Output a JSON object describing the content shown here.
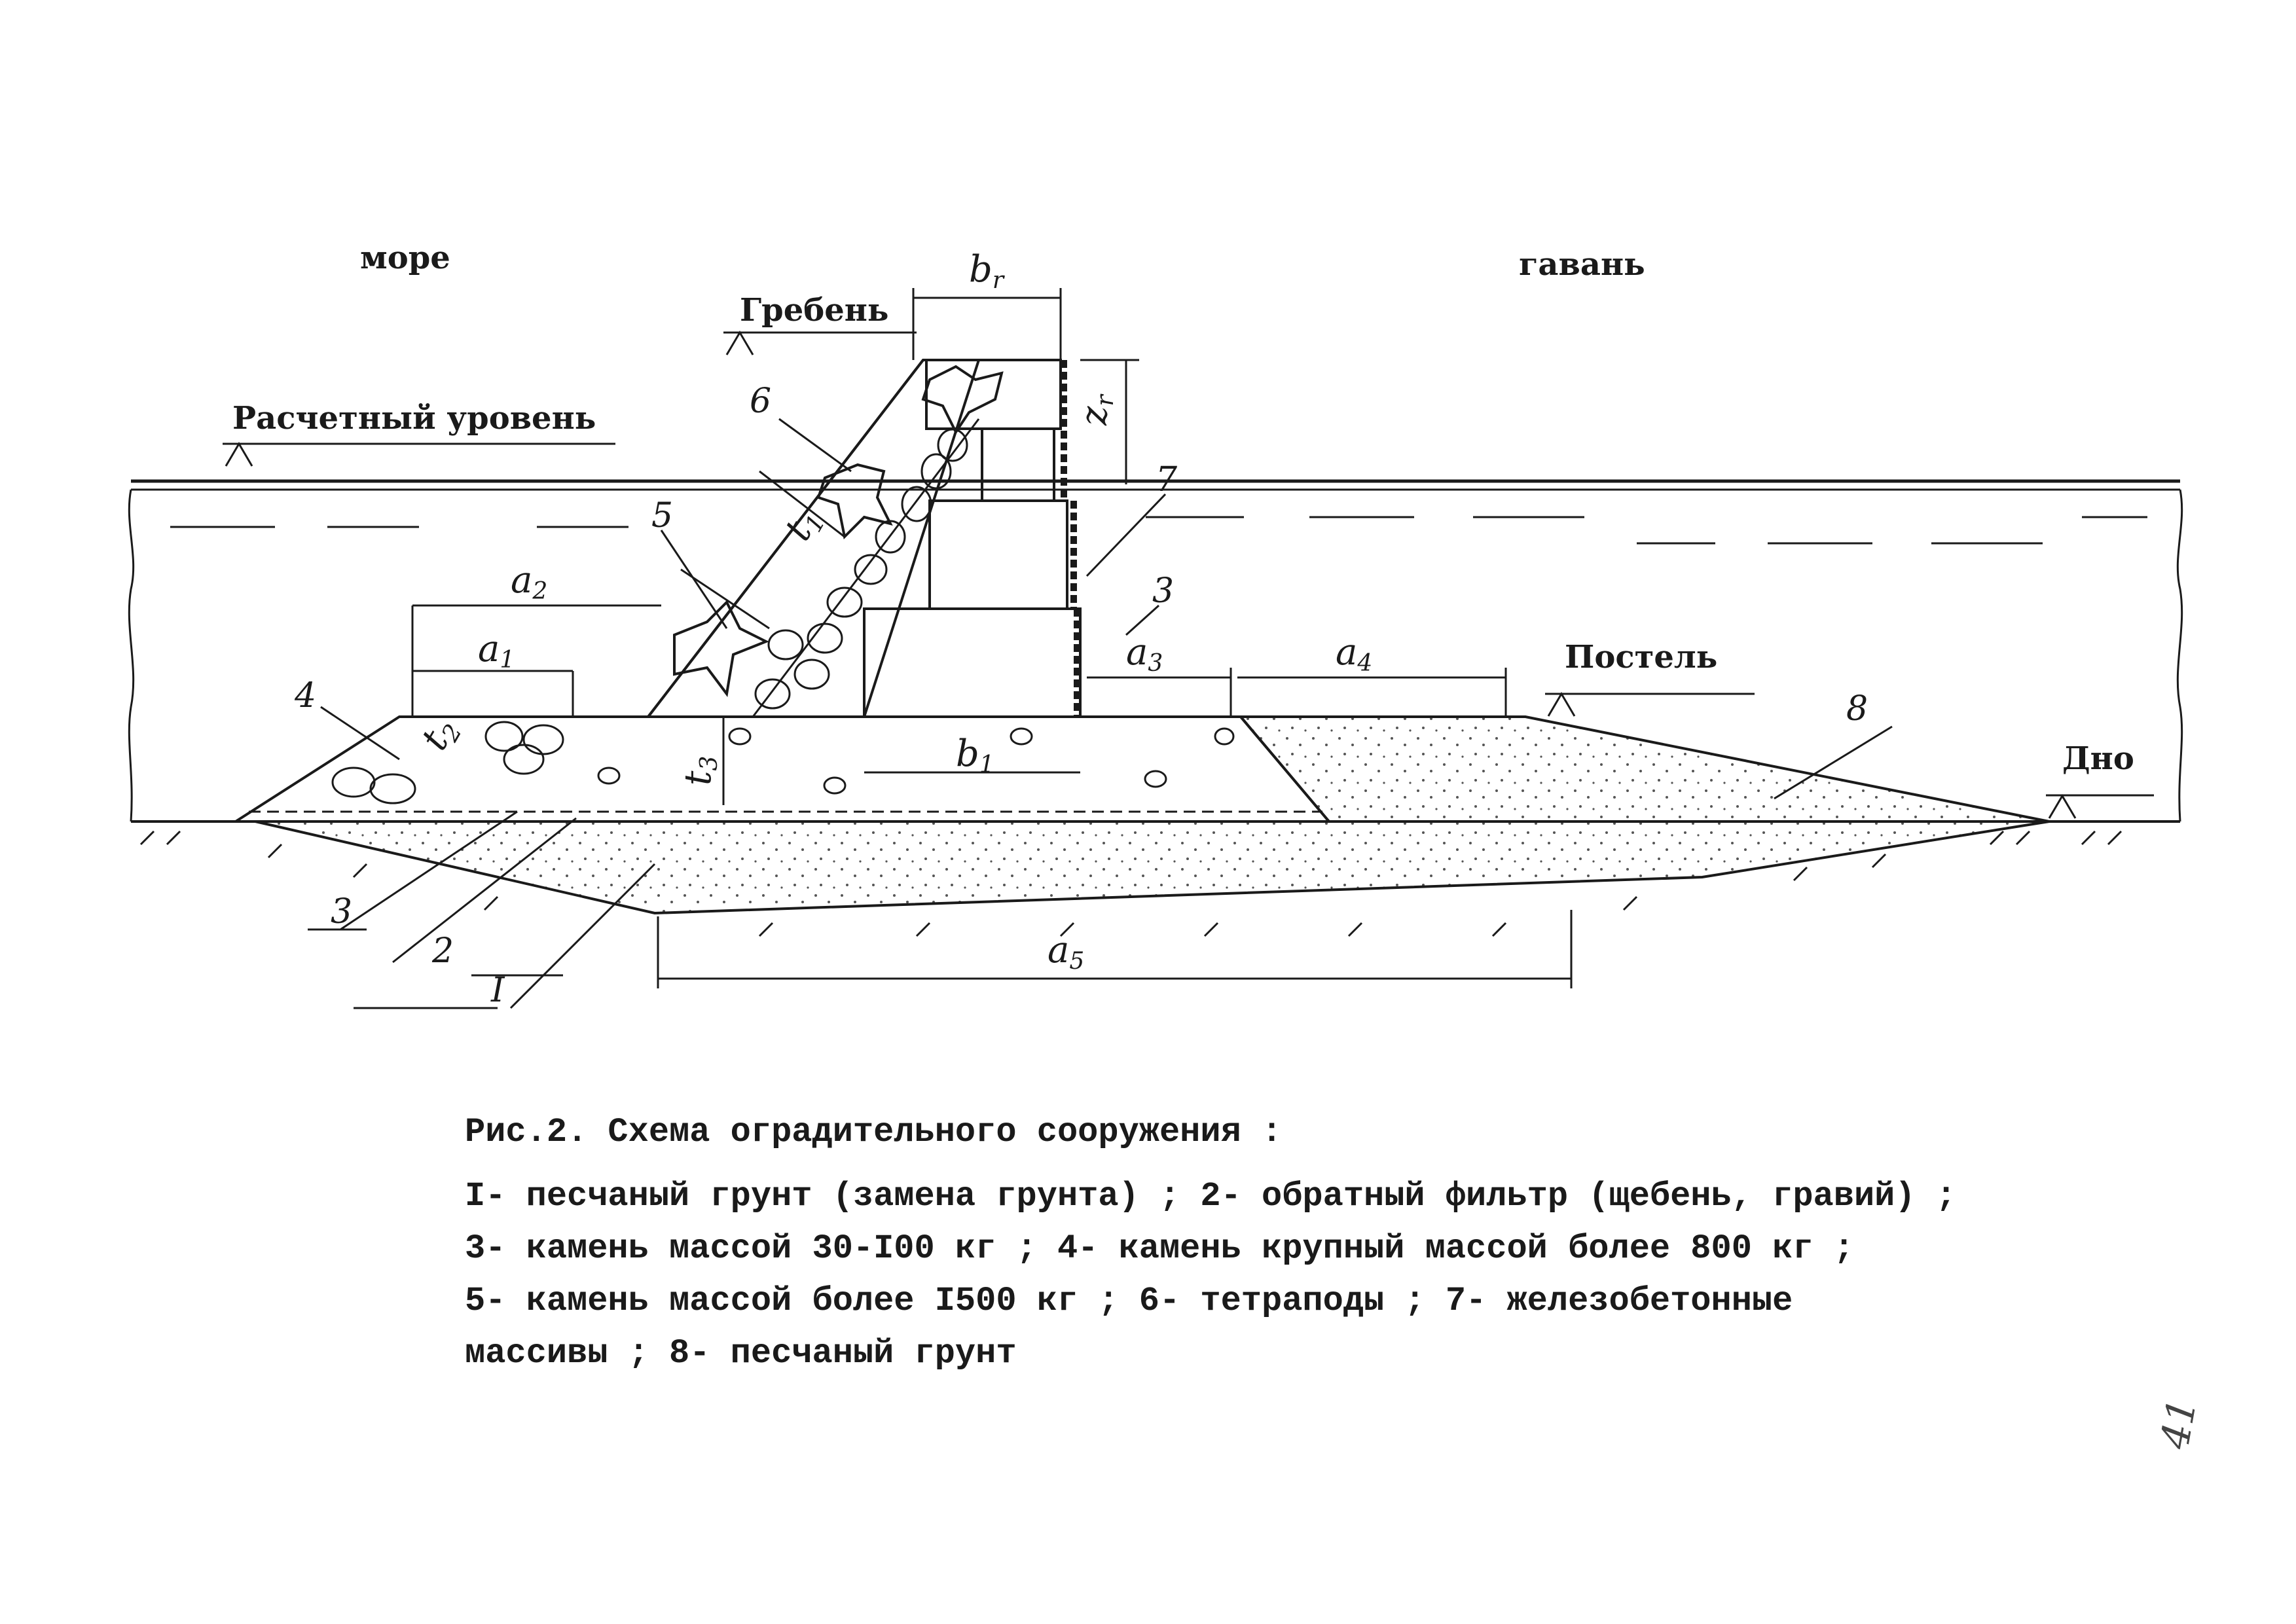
{
  "labels": {
    "sea": "море",
    "harbor": "гавань",
    "crest": "Гребень",
    "design_level": "Расчетный уровень",
    "bed": "Постель",
    "bottom": "Дно"
  },
  "dimensions": {
    "b_r": "b",
    "b_r_sub": "r",
    "z_r": "z",
    "z_r_sub": "r",
    "t1": "t",
    "t1_sub": "1",
    "t2": "t",
    "t2_sub": "2",
    "t3": "t",
    "t3_sub": "3",
    "a1": "a",
    "a1_sub": "1",
    "a2": "a",
    "a2_sub": "2",
    "a3": "a",
    "a3_sub": "3",
    "a4": "a",
    "a4_sub": "4",
    "a5": "a",
    "a5_sub": "5",
    "b1": "b",
    "b1_sub": "1"
  },
  "callouts": [
    "1",
    "2",
    "3",
    "3",
    "4",
    "5",
    "6",
    "7",
    "8"
  ],
  "callout_text": {
    "c1": "I",
    "c2": "2",
    "c3a": "3",
    "c3b": "3",
    "c4": "4",
    "c5": "5",
    "c6": "6",
    "c7": "7",
    "c8": "8"
  },
  "caption": {
    "title": "Рис.2. Схема оградительного сооружения :",
    "line1": "I- песчаный грунт (замена грунта) ; 2- обратный фильтр (щебень, гравий) ;",
    "line2": "3- камень массой 30-I00 кг ; 4- камень крупный массой более 800 кг ;",
    "line3": "5- камень массой более I500 кг   ; 6- тетраподы ; 7- железобетонные",
    "line4": "массивы ; 8- песчаный грунт"
  },
  "page_number": "41"
}
